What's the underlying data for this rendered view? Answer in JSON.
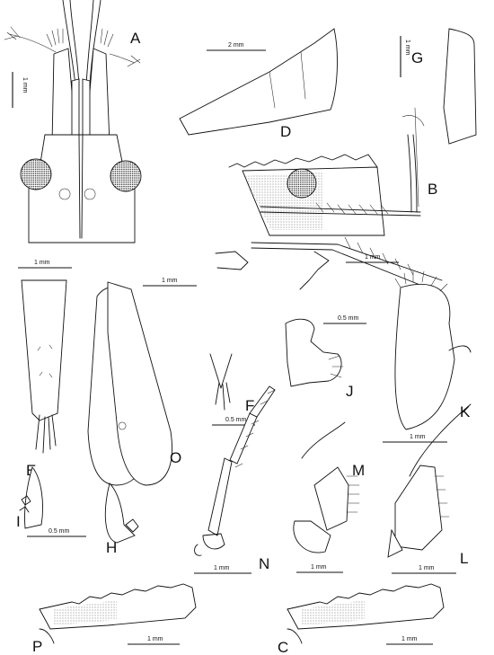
{
  "panels": {
    "A": "A",
    "B": "B",
    "C": "C",
    "D": "D",
    "E": "E",
    "F": "F",
    "G": "G",
    "H": "H",
    "I": "I",
    "J": "J",
    "K": "K",
    "L": "L",
    "M": "M",
    "N": "N",
    "O": "O",
    "P": "P"
  },
  "scales": {
    "a": "1 mm",
    "d": "2 mm",
    "g": "1 mm",
    "b": "1 mm",
    "e": "1 mm",
    "o": "1 mm",
    "j": "0.5 mm",
    "f": "0.5 mm",
    "k": "1 mm",
    "i": "0.5 mm",
    "n": "1 mm",
    "m": "1 mm",
    "l": "1 mm",
    "p": "1 mm",
    "c": "1 mm"
  }
}
